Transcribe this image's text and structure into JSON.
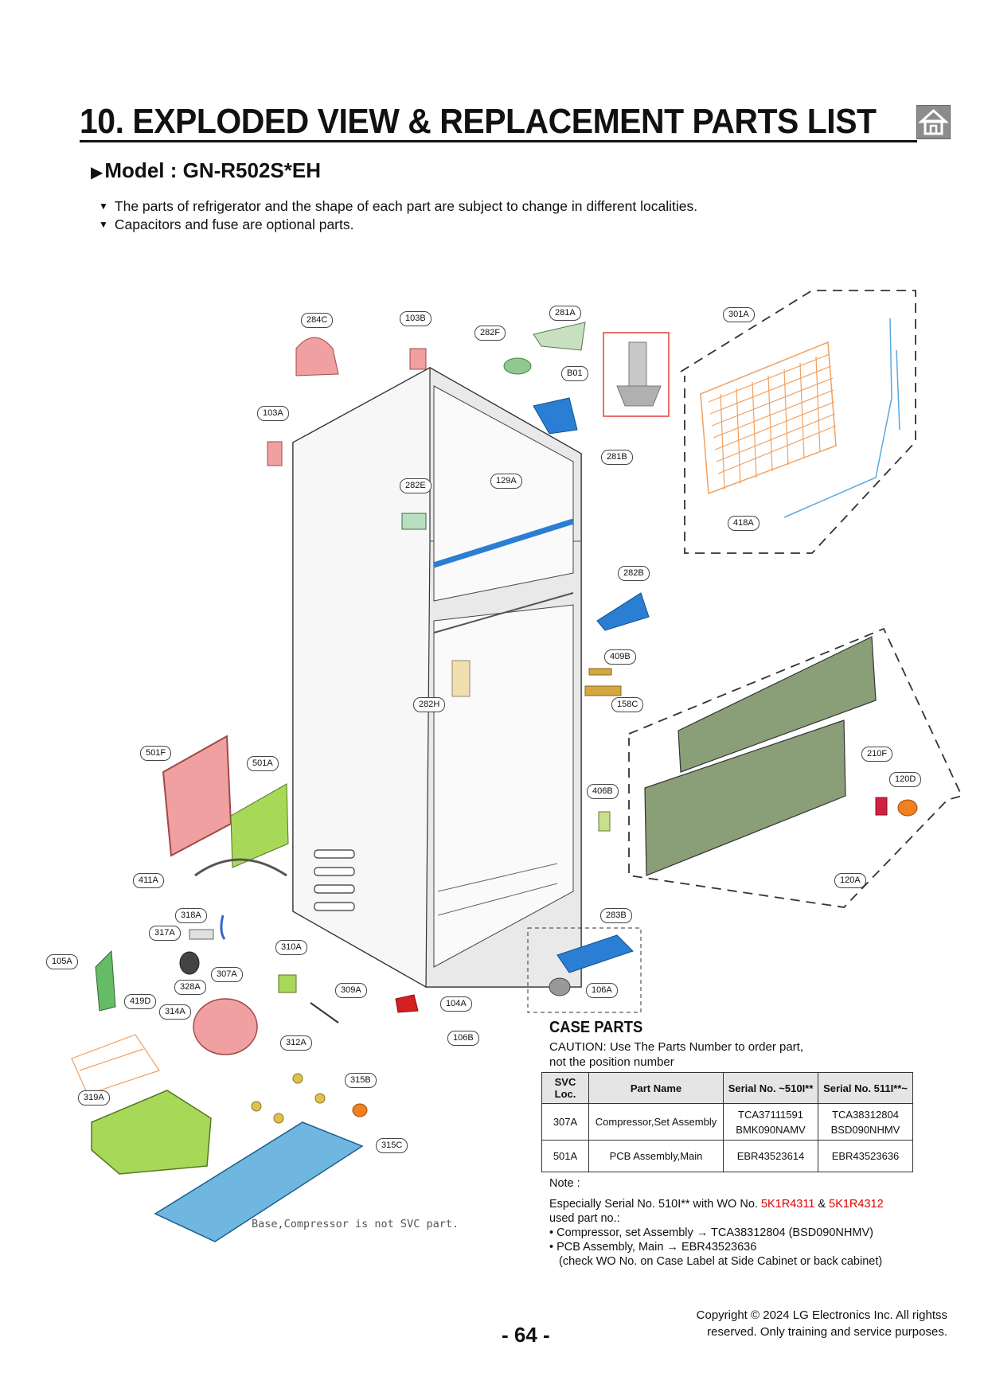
{
  "header": {
    "title": "10. EXPLODED VIEW & REPLACEMENT PARTS LIST",
    "home_icon": "home-icon"
  },
  "model": {
    "label": "Model : GN-R502S*EH"
  },
  "notes": [
    "The parts of refrigerator and the shape of each part are subject to change in different localities.",
    "Capacitors and fuse are optional parts."
  ],
  "diagram": {
    "callouts": {
      "c284C": "284C",
      "c103B": "103B",
      "c282F": "282F",
      "c281A": "281A",
      "c301A": "301A",
      "cB01": "B01",
      "c103A": "103A",
      "c281B": "281B",
      "c282E": "282E",
      "c129A": "129A",
      "c418A": "418A",
      "c282B": "282B",
      "c409B": "409B",
      "c158C": "158C",
      "c282H": "282H",
      "c501F": "501F",
      "c501A": "501A",
      "c210F": "210F",
      "c120D": "120D",
      "c406B": "406B",
      "c411A": "411A",
      "c120A": "120A",
      "c318A": "318A",
      "c283B": "283B",
      "c317A": "317A",
      "c310A": "310A",
      "c105A": "105A",
      "c307A": "307A",
      "c328A": "328A",
      "c309A": "309A",
      "c106A": "106A",
      "c104A": "104A",
      "c419D": "419D",
      "c314A": "314A",
      "c106B": "106B",
      "c312A": "312A",
      "c315B": "315B",
      "c319A": "319A",
      "c315C": "315C"
    },
    "base_note": "Base,Compressor is not SVC part."
  },
  "case_parts": {
    "title": "CASE PARTS",
    "caution": "CAUTION: Use The Parts Number to order part, not the position number",
    "headers": {
      "svc_loc": "SVC Loc.",
      "part_name": "Part Name",
      "serial_a": "Serial No. ~510I**",
      "serial_b": "Serial No. 511I**~"
    },
    "rows": [
      {
        "loc": "307A",
        "name": "Compressor,Set Assembly",
        "a1": "TCA37111591",
        "a2": "BMK090NAMV",
        "b1": "TCA38312804",
        "b2": "BSD090NHMV"
      },
      {
        "loc": "501A",
        "name": "PCB Assembly,Main",
        "a1": "EBR43523614",
        "a2": "",
        "b1": "EBR43523636",
        "b2": ""
      }
    ]
  },
  "note": {
    "label": "Note :",
    "line1_pre": "Especially Serial No. 510I** with WO No.",
    "wo1": "5K1R4311",
    "amp": "&",
    "wo2": "5K1R4312",
    "line2": "used part no.:",
    "bullet1": "•  Compressor, set Assembly → TCA38312804 (BSD090NHMV)",
    "bullet2": "•  PCB Assembly, Main → EBR43523636",
    "line5": "(check WO No. on Case Label at Side Cabinet or back cabinet)"
  },
  "footer": {
    "page": "- 64 -",
    "copyright1": "Copyright © 2024 LG Electronics Inc. All rightss",
    "copyright2": "reserved. Only training and service purposes."
  },
  "colors": {
    "cabinet_fill": "#f2f2f2",
    "cover_green": "#8a9e78",
    "hinge_blue": "#2a7fd4",
    "evaporator_orange": "#f0a060",
    "base_blue": "#6fb6e0",
    "pink_part": "#f0a0a0",
    "lime_part": "#a8d858",
    "note_red": "#e00000"
  }
}
